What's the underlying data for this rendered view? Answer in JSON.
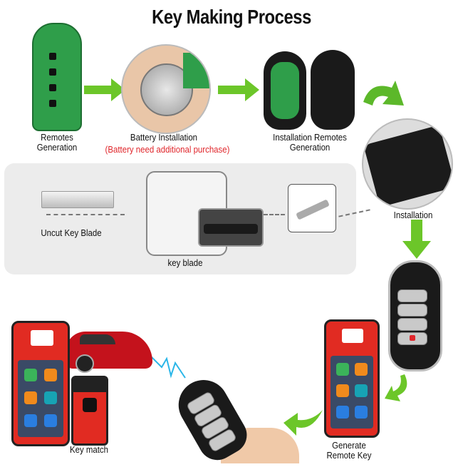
{
  "title": "Key Making Process",
  "steps": {
    "remotes_generation": "Remotes\nGeneration",
    "battery_installation": "Battery Installation",
    "battery_note": "(Battery need additional purchase)",
    "installation_remotes_generation": "Installation Remotes\nGeneration",
    "installation": "Installation",
    "uncut_key_blade": "Uncut Key  Blade",
    "key_blade": "key blade",
    "generate_remote_key": "Generate\nRemote Key",
    "key_match": "Key match"
  },
  "colors": {
    "arrow": "#6cc629",
    "note": "#e0262b",
    "device": "#e12b22",
    "pcb": "#2f9e4a",
    "signal": "#2ab6e8"
  }
}
